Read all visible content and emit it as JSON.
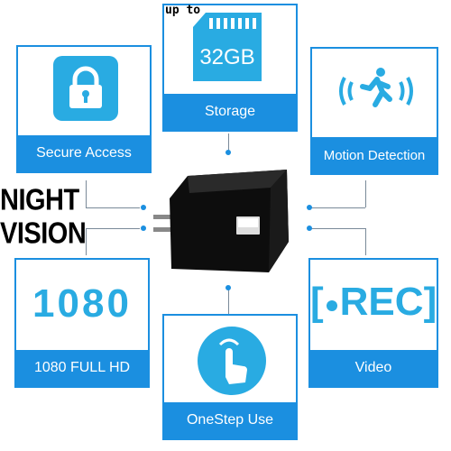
{
  "features": {
    "storage": {
      "label": "Storage",
      "prefix": "up to",
      "card_text": "32GB"
    },
    "secure": {
      "label": "Secure Access"
    },
    "motion": {
      "label": "Motion Detection"
    },
    "fullhd": {
      "label": "1080 FULL HD",
      "big_text": "1080"
    },
    "video": {
      "label": "Video",
      "big_text_left": "[",
      "big_text_rec": "REC",
      "big_text_right": "]"
    },
    "onestep": {
      "label": "OneStep Use"
    }
  },
  "night_vision": {
    "line1": "NIGHT",
    "line2": "VISION"
  },
  "colors": {
    "accent": "#1b8fe0",
    "icon": "#29abe2",
    "device": "#111111"
  }
}
